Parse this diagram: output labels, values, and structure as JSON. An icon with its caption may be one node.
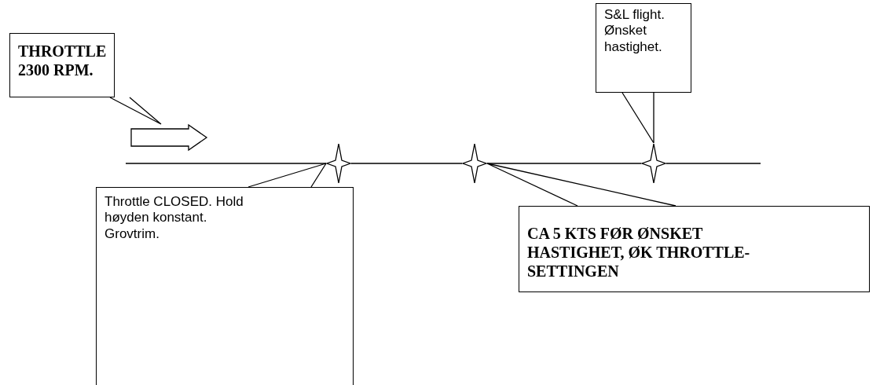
{
  "diagram": {
    "nodes": [
      {
        "text": [
          "THROTTLE 2300 RPM."
        ]
      },
      {
        "text": [
          "S&L flight. Ønsket hastighet."
        ]
      },
      {
        "text": [],
        "shape": "arrow"
      },
      {
        "text": [],
        "shape": "star"
      },
      {
        "text": [],
        "shape": "star"
      },
      {
        "text": [],
        "shape": "star"
      },
      {
        "text": [
          "Throttle CLOSED. Hold høyden konstant. Grovtrim."
        ]
      },
      {
        "text": [
          "CA 5 KTS FØR ØNSKET HASTIGHET, ØK THROTTLE-SETTINGEN"
        ]
      }
    ],
    "edges": [
      {
        "from": 0,
        "to": 2,
        "arrow": "none"
      },
      {
        "from": 1,
        "to": 5,
        "arrow": "none"
      },
      {
        "from": 6,
        "to": 3,
        "arrow": "none"
      },
      {
        "from": 7,
        "to": 4,
        "arrow": "none"
      },
      {
        "from": null,
        "to": 3,
        "arrow": "none"
      },
      {
        "from": 3,
        "to": 4,
        "arrow": "none"
      },
      {
        "from": 4,
        "to": 5,
        "arrow": "none"
      },
      {
        "from": 5,
        "to": null,
        "arrow": "none"
      }
    ]
  }
}
